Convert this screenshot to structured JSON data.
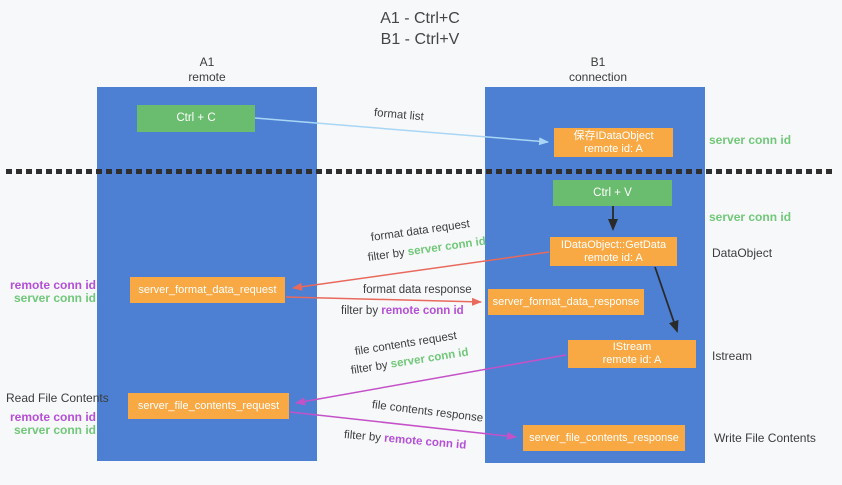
{
  "title": {
    "line1": "A1 - Ctrl+C",
    "line2": "B1 - Ctrl+V"
  },
  "columns": {
    "left": {
      "id": "A1",
      "name": "remote"
    },
    "right": {
      "id": "B1",
      "name": "connection"
    }
  },
  "boxes": {
    "ctrl_c": "Ctrl + C",
    "ctrl_v": "Ctrl + V",
    "save_dataobject": {
      "line1": "保存IDataObject",
      "line2": "remote id: A"
    },
    "getdata": {
      "line1": "IDataObject::GetData",
      "line2": "remote id: A"
    },
    "istream": {
      "line1": "IStream",
      "line2": "remote id: A"
    },
    "format_request": "server_format_data_request",
    "format_response": "server_format_data_response",
    "file_request": "server_file_contents_request",
    "file_response": "server_file_contents_response"
  },
  "side_labels": {
    "server_conn_top": "server conn id",
    "server_conn_mid": "server conn id",
    "dataobject": "DataObject",
    "istream": "Istream",
    "write_file_contents": "Write File Contents",
    "read_file_contents": "Read File Contents",
    "left_mid": {
      "remote": "remote conn id",
      "server": "server conn id"
    },
    "left_bottom": {
      "remote": "remote conn id",
      "server": "server conn id"
    }
  },
  "arrows": {
    "format_list": {
      "label": "format list"
    },
    "format_data_request": {
      "label": "format data request",
      "filter": "filter by",
      "key": "server conn id"
    },
    "format_data_response": {
      "label": "format data response",
      "filter": "filter by",
      "key": "remote conn id"
    },
    "file_contents_request": {
      "label": "file contents request",
      "filter": "filter by",
      "key": "server conn id"
    },
    "file_contents_response": {
      "label": "file contents response",
      "filter": "filter by",
      "key": "remote conn id"
    }
  },
  "colors": {
    "column_blue": "#4d80d2",
    "box_green": "#6abc6e",
    "box_orange": "#f8a944",
    "text_green": "#70c878",
    "text_purple": "#b44fd6",
    "arrow_red": "#e9695c",
    "arrow_magenta": "#c551c9",
    "arrow_blue": "#a9d6f5",
    "arrow_black": "#2a2a2a"
  }
}
